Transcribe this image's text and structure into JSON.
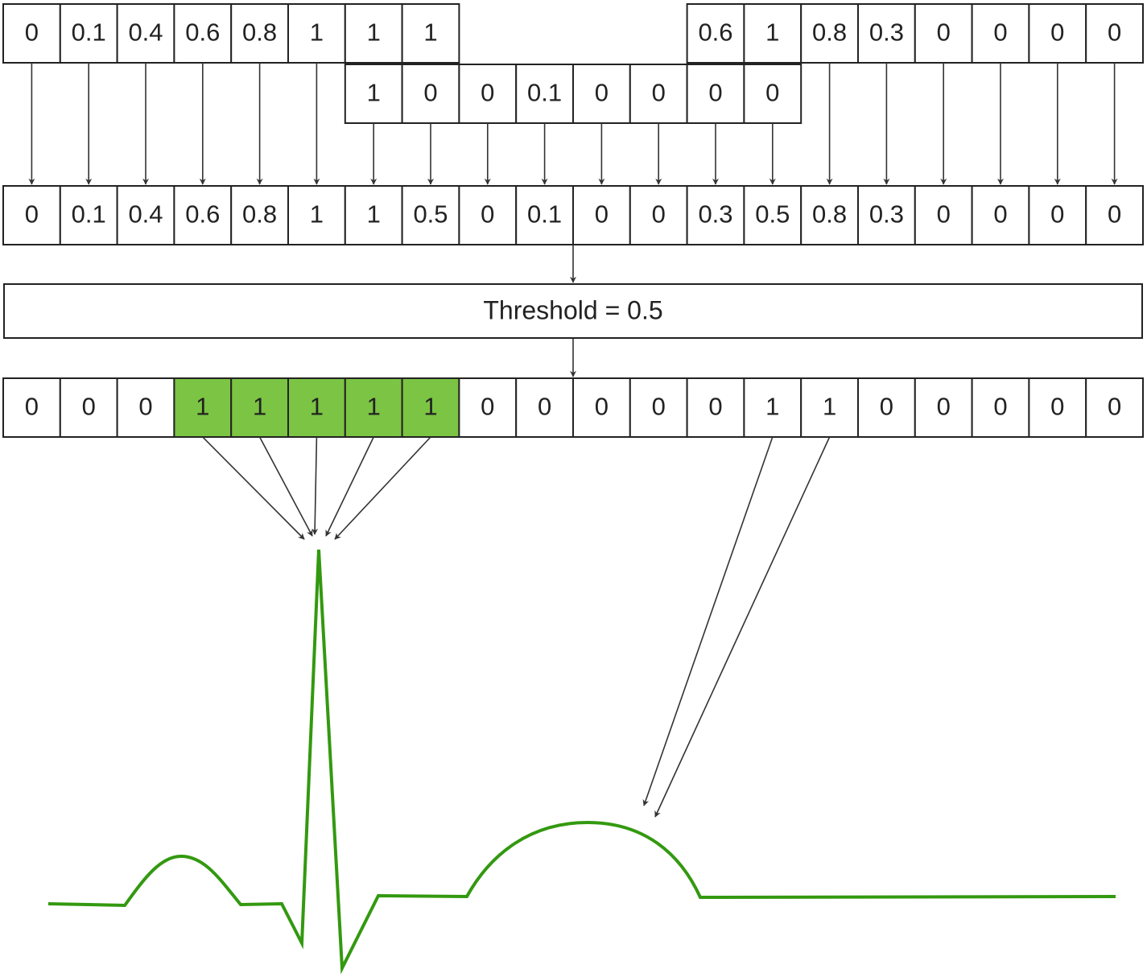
{
  "rows": {
    "top_left": [
      "0",
      "0.1",
      "0.4",
      "0.6",
      "0.8",
      "1",
      "1",
      "1"
    ],
    "top_right": [
      "0.6",
      "1",
      "0.8",
      "0.3",
      "0",
      "0",
      "0",
      "0"
    ],
    "middle": [
      "1",
      "0",
      "0",
      "0.1",
      "0",
      "0",
      "0",
      "0"
    ],
    "combined": [
      "0",
      "0.1",
      "0.4",
      "0.6",
      "0.8",
      "1",
      "1",
      "0.5",
      "0",
      "0.1",
      "0",
      "0",
      "0.3",
      "0.5",
      "0.8",
      "0.3",
      "0",
      "0",
      "0",
      "0"
    ],
    "binary": [
      "0",
      "0",
      "0",
      "1",
      "1",
      "1",
      "1",
      "1",
      "0",
      "0",
      "0",
      "0",
      "0",
      "1",
      "1",
      "0",
      "0",
      "0",
      "0",
      "0"
    ]
  },
  "highlighted_binary_indices": [
    3,
    4,
    5,
    6,
    7
  ],
  "threshold_label": "Threshold = 0.5",
  "colors": {
    "highlight": "#7cc444",
    "ecg": "#339910",
    "line": "#222222"
  }
}
